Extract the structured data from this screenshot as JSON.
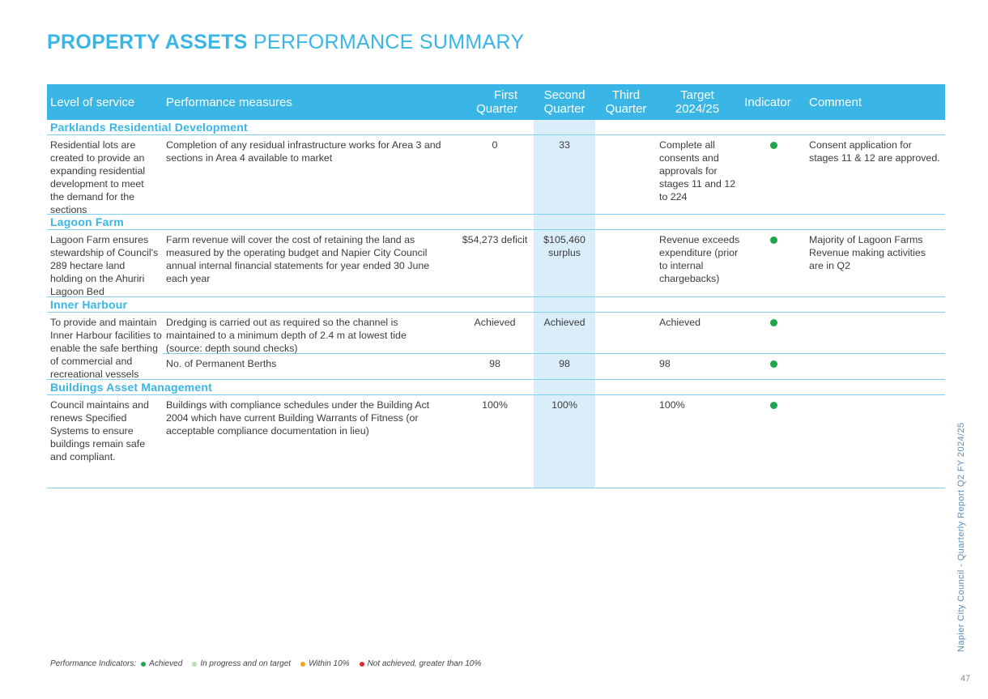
{
  "title": {
    "bold": "PROPERTY ASSETS",
    "light": "PERFORMANCE SUMMARY"
  },
  "headers": {
    "level": "Level of service",
    "measures": "Performance measures",
    "q1_a": "First",
    "q1_b": "Quarter",
    "q2_a": "Second",
    "q2_b": "Quarter",
    "q3_a": "Third",
    "q3_b": "Quarter",
    "target_a": "Target",
    "target_b": "2024/25",
    "indicator": "Indicator",
    "comment": "Comment"
  },
  "sections": [
    {
      "name": "Parklands Residential Development",
      "rows": [
        {
          "level": "Residential lots are created to provide an expanding residential development to meet the demand for the sections",
          "measure": "Completion of any residual infrastructure works for Area 3 and sections in Area 4 available to market",
          "q1": "0",
          "q2": "33",
          "q3": "",
          "target": "Complete all consents and approvals for stages 11 and 12 to 224",
          "indicator": "achieved",
          "comment": "Consent application for stages 11 & 12 are approved."
        }
      ]
    },
    {
      "name": "Lagoon Farm",
      "rows": [
        {
          "level": "Lagoon Farm ensures stewardship of Council's 289 hectare land holding on the Ahuriri Lagoon Bed",
          "measure": "Farm revenue will cover the cost of retaining the land as measured by the operating budget and Napier City Council annual internal financial statements for year ended 30 June each year",
          "q1": "$54,273 deficit",
          "q2": "$105,460 surplus",
          "q3": "",
          "target": "Revenue exceeds expenditure (prior to internal chargebacks)",
          "indicator": "achieved",
          "comment": "Majority of Lagoon Farms Revenue making activities are in Q2"
        }
      ]
    },
    {
      "name": "Inner Harbour",
      "level": "To provide and maintain Inner Harbour facilities to enable the safe berthing of commercial and recreational vessels",
      "rows": [
        {
          "measure": "Dredging is carried out as required so the channel is maintained to a minimum depth of 2.4 m at lowest tide (source: depth sound checks)",
          "q1": "Achieved",
          "q2": "Achieved",
          "q3": "",
          "target": "Achieved",
          "indicator": "achieved",
          "comment": ""
        },
        {
          "measure": "No. of Permanent Berths",
          "q1": "98",
          "q2": "98",
          "q3": "",
          "target": "98",
          "indicator": "achieved",
          "comment": ""
        }
      ]
    },
    {
      "name": "Buildings Asset Management",
      "rows": [
        {
          "level": "Council maintains and renews Specified Systems to ensure buildings remain safe and compliant.",
          "measure": "Buildings with compliance schedules under the Building Act 2004 which have current Building Warrants of Fitness (or acceptable compliance documentation in lieu)",
          "q1": "100%",
          "q2": "100%",
          "q3": "",
          "target": "100%",
          "indicator": "achieved",
          "comment": ""
        }
      ]
    }
  ],
  "colors": {
    "accent": "#39b6e6",
    "highlight": "#d9eef9",
    "achieved": "#1fa54b",
    "in_progress": "#b6e0b3",
    "within_10": "#f5a21d",
    "not_achieved": "#e8262d"
  },
  "legend": {
    "label": "Performance Indicators:",
    "achieved": "Achieved",
    "in_progress": "In progress and on target",
    "within_10": "Within 10%",
    "not_achieved": "Not achieved, greater than 10%"
  },
  "side_text": "Napier City Council - Quarterly Report Q2 FY 2024/25",
  "page_number": "47"
}
